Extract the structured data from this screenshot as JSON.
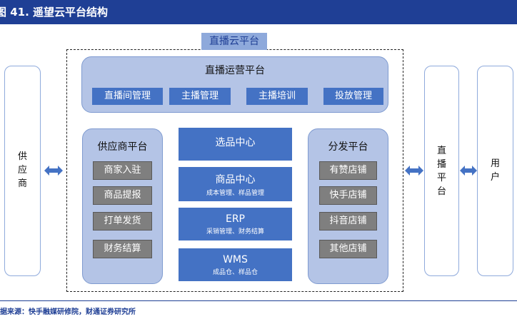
{
  "figure_title": "图 41. 遥望云平台结构",
  "cloud_label": "直播云平台",
  "ops_platform": {
    "title": "直播运营平台",
    "items": [
      "直播间管理",
      "主播管理",
      "主播培训",
      "投放管理"
    ]
  },
  "supplier_platform": {
    "title": "供应商平台",
    "items": [
      "商家入驻",
      "商品提报",
      "打单发货",
      "财务结算"
    ]
  },
  "center_modules": [
    {
      "name": "选品中心",
      "sub": ""
    },
    {
      "name": "商品中心",
      "sub": "成本管理、样品管理"
    },
    {
      "name": "ERP",
      "sub": "采销管理、财务结算"
    },
    {
      "name": "WMS",
      "sub": "成品仓、样品仓"
    }
  ],
  "distribution_platform": {
    "title": "分发平台",
    "items": [
      "有赞店铺",
      "快手店铺",
      "抖音店铺",
      "其他店铺"
    ]
  },
  "left_entity": [
    "供",
    "应",
    "商"
  ],
  "live_platform": [
    "直",
    "播",
    "平",
    "台"
  ],
  "user_entity": [
    "用",
    "户"
  ],
  "source": "据来源：快手融媒研修院，财通证券研究所",
  "colors": {
    "title_bar": "#1f3f95",
    "module_blue": "#4472c4",
    "panel_bg": "#b4c4e6",
    "item_gray": "#7f7f7f"
  }
}
